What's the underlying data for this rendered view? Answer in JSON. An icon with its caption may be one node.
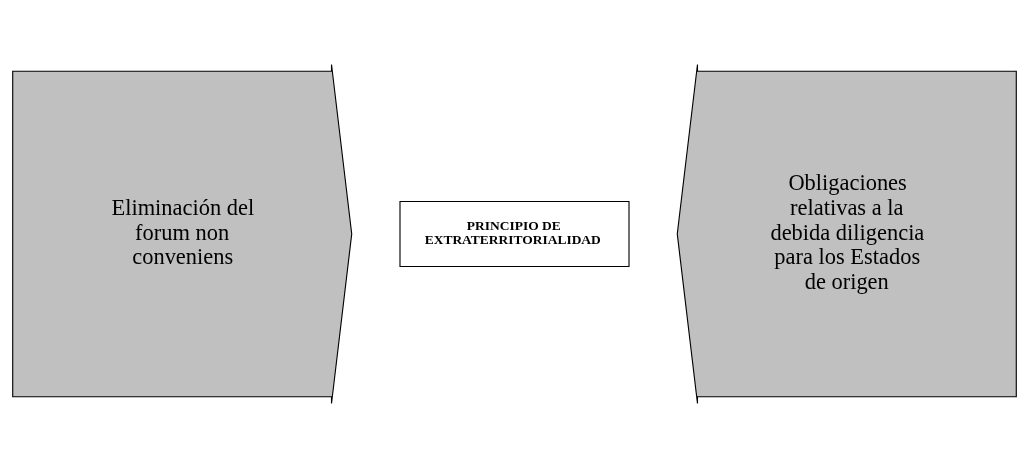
{
  "diagram": {
    "nodes": [
      {
        "text": [
          "Eliminación del forum non conveniens"
        ]
      },
      {
        "text": [
          "PRINCIPIO DE EXTRATERRITORIALIDAD"
        ]
      },
      {
        "text": [
          "Obligaciones relativas a la debida diligencia para los Estados de origen"
        ]
      }
    ]
  }
}
